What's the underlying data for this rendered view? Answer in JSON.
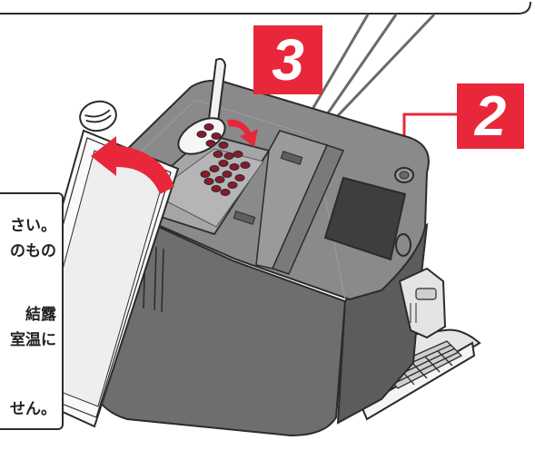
{
  "callouts": {
    "step_3": "3",
    "step_2": "2"
  },
  "note": {
    "lines": [
      "さい。",
      "のもの",
      "",
      "結露",
      "室温に",
      "",
      "せん。"
    ]
  },
  "colors": {
    "accent": "#e8283a",
    "body_gray": "#6e6e70",
    "top_gray": "#8a8a8c",
    "beans": "#8a1a2a"
  },
  "icons": {
    "arrow": "curved-arrow-icon",
    "power": "power-button-icon",
    "bean": "coffee-bean-icon"
  }
}
